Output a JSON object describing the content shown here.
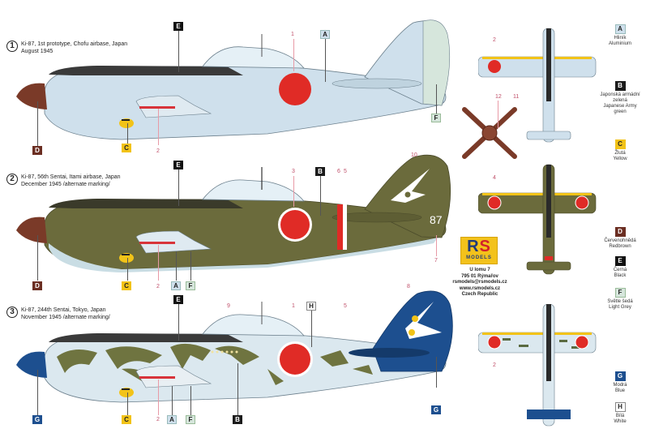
{
  "profiles": [
    {
      "number": "1",
      "line1": "Ki-87, 1st prototype, Chofu airbase, Japan",
      "line2": "August 1945",
      "scheme": "Aluminium with black anti-glare panel",
      "callouts": [
        "E",
        "A",
        "F",
        "D",
        "C",
        "1",
        "2"
      ]
    },
    {
      "number": "2",
      "line1": "Ki-87, 56th Sentai, Itami airbase, Japan",
      "line2": "December 1945 /alternate marking/",
      "scheme": "Japanese Army green upper, light grey lower",
      "tail_code": "87",
      "callouts": [
        "E",
        "B",
        "D",
        "C",
        "A",
        "F",
        "3",
        "6",
        "5",
        "7",
        "10",
        "2"
      ]
    },
    {
      "number": "3",
      "line1": "Ki-87, 244th Sentai, Tokyo, Japan",
      "line2": "November 1945 /alternate marking/",
      "scheme": "White with green camouflage, blue tail",
      "callouts": [
        "E",
        "H",
        "G",
        "C",
        "A",
        "F",
        "B",
        "8",
        "1",
        "5",
        "9",
        "2"
      ]
    }
  ],
  "propeller": {
    "callouts": [
      "12",
      "11"
    ]
  },
  "top_views": [
    {
      "callout": "2"
    },
    {
      "callout": "4"
    },
    {
      "callout": "2"
    }
  ],
  "manufacturer": {
    "logo_top": "RS",
    "logo_bottom": "MODELS",
    "address": [
      "U lomu 7",
      "795 01 Rýmařov",
      "rsmodels@rsmodels.cz",
      "www.rsmodels.cz",
      "Czech Republic"
    ]
  },
  "legend": [
    {
      "code": "A",
      "cz": "Hliník",
      "en": "Aluminium",
      "bg": "#cfe0ec",
      "fg": "#222222"
    },
    {
      "code": "B",
      "cz": "Japonská armádní zelená",
      "en": "Japanese Army green",
      "bg": "#1b1b1b",
      "fg": "#ffffff"
    },
    {
      "code": "C",
      "cz": "Žlutá",
      "en": "Yellow",
      "bg": "#f2c318",
      "fg": "#222222"
    },
    {
      "code": "D",
      "cz": "Červenohnědá",
      "en": "Redbrown",
      "bg": "#6b2e22",
      "fg": "#ffffff"
    },
    {
      "code": "E",
      "cz": "Černá",
      "en": "Black",
      "bg": "#111111",
      "fg": "#ffffff"
    },
    {
      "code": "F",
      "cz": "Světle šedá",
      "en": "Light Grey",
      "bg": "#d6e6dc",
      "fg": "#222222"
    },
    {
      "code": "G",
      "cz": "Modrá",
      "en": "Blue",
      "bg": "#1d4f8f",
      "fg": "#ffffff"
    },
    {
      "code": "H",
      "cz": "Bílá",
      "en": "White",
      "bg": "#ffffff",
      "fg": "#222222"
    }
  ],
  "colors": {
    "aluminium": "#cfe0ec",
    "army_green": "#6a6a3a",
    "hinomaru": "#e02b26",
    "blue": "#1d4f8f",
    "yellow": "#f2c318",
    "redbrown": "#7a3a28",
    "black": "#2a2a2a",
    "light_grey": "#d6e6dc"
  }
}
